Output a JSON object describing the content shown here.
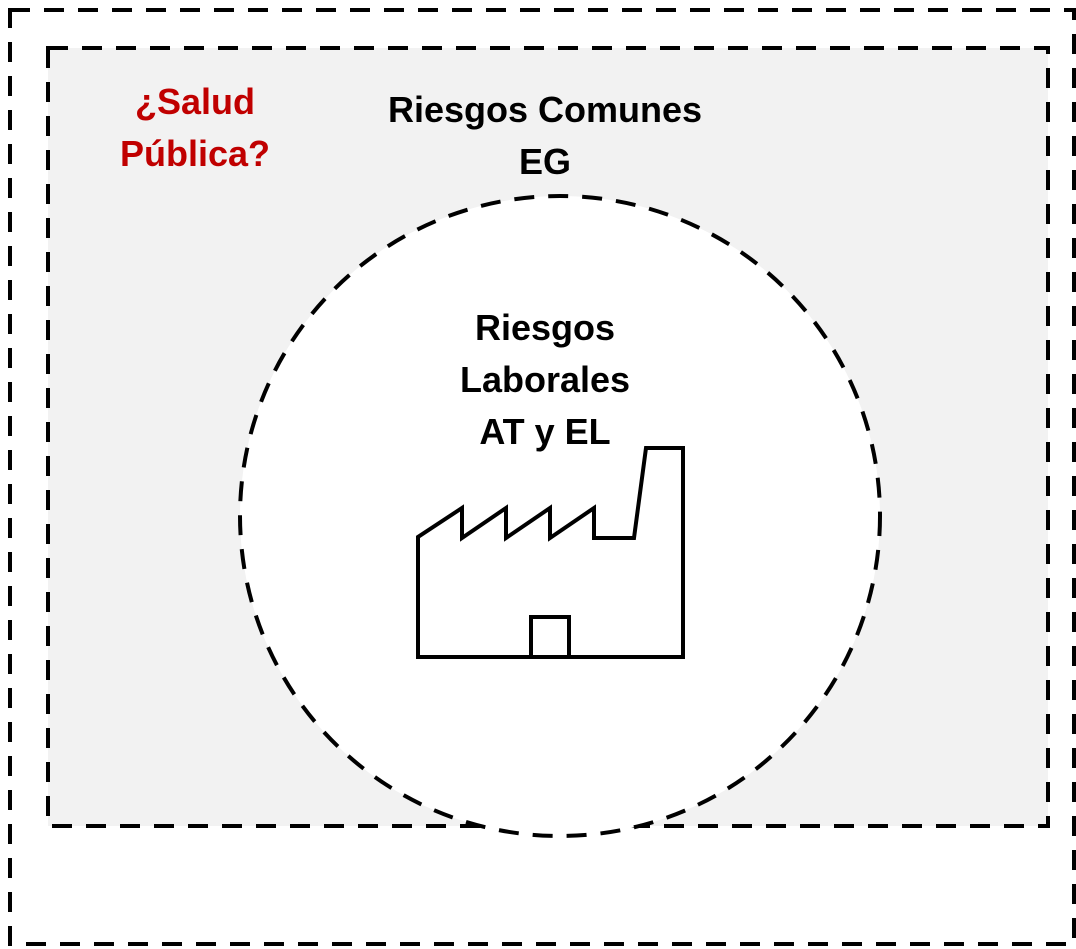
{
  "public_health_label": {
    "line1": "¿Salud",
    "line2": "Pública?",
    "color": "#c00000"
  },
  "common_risks_label": {
    "line1": "Riesgos Comunes",
    "line2": "EG",
    "color": "#000000"
  },
  "occupational_risks_label": {
    "line1": "Riesgos",
    "line2": "Laborales",
    "line3": "AT y EL",
    "color": "#000000"
  },
  "colors": {
    "background_outer": "#ffffff",
    "background_inner": "#f2f2f2",
    "circle_fill": "#ffffff",
    "dash_stroke": "#000000"
  },
  "icons": {
    "factory": "factory-icon"
  }
}
